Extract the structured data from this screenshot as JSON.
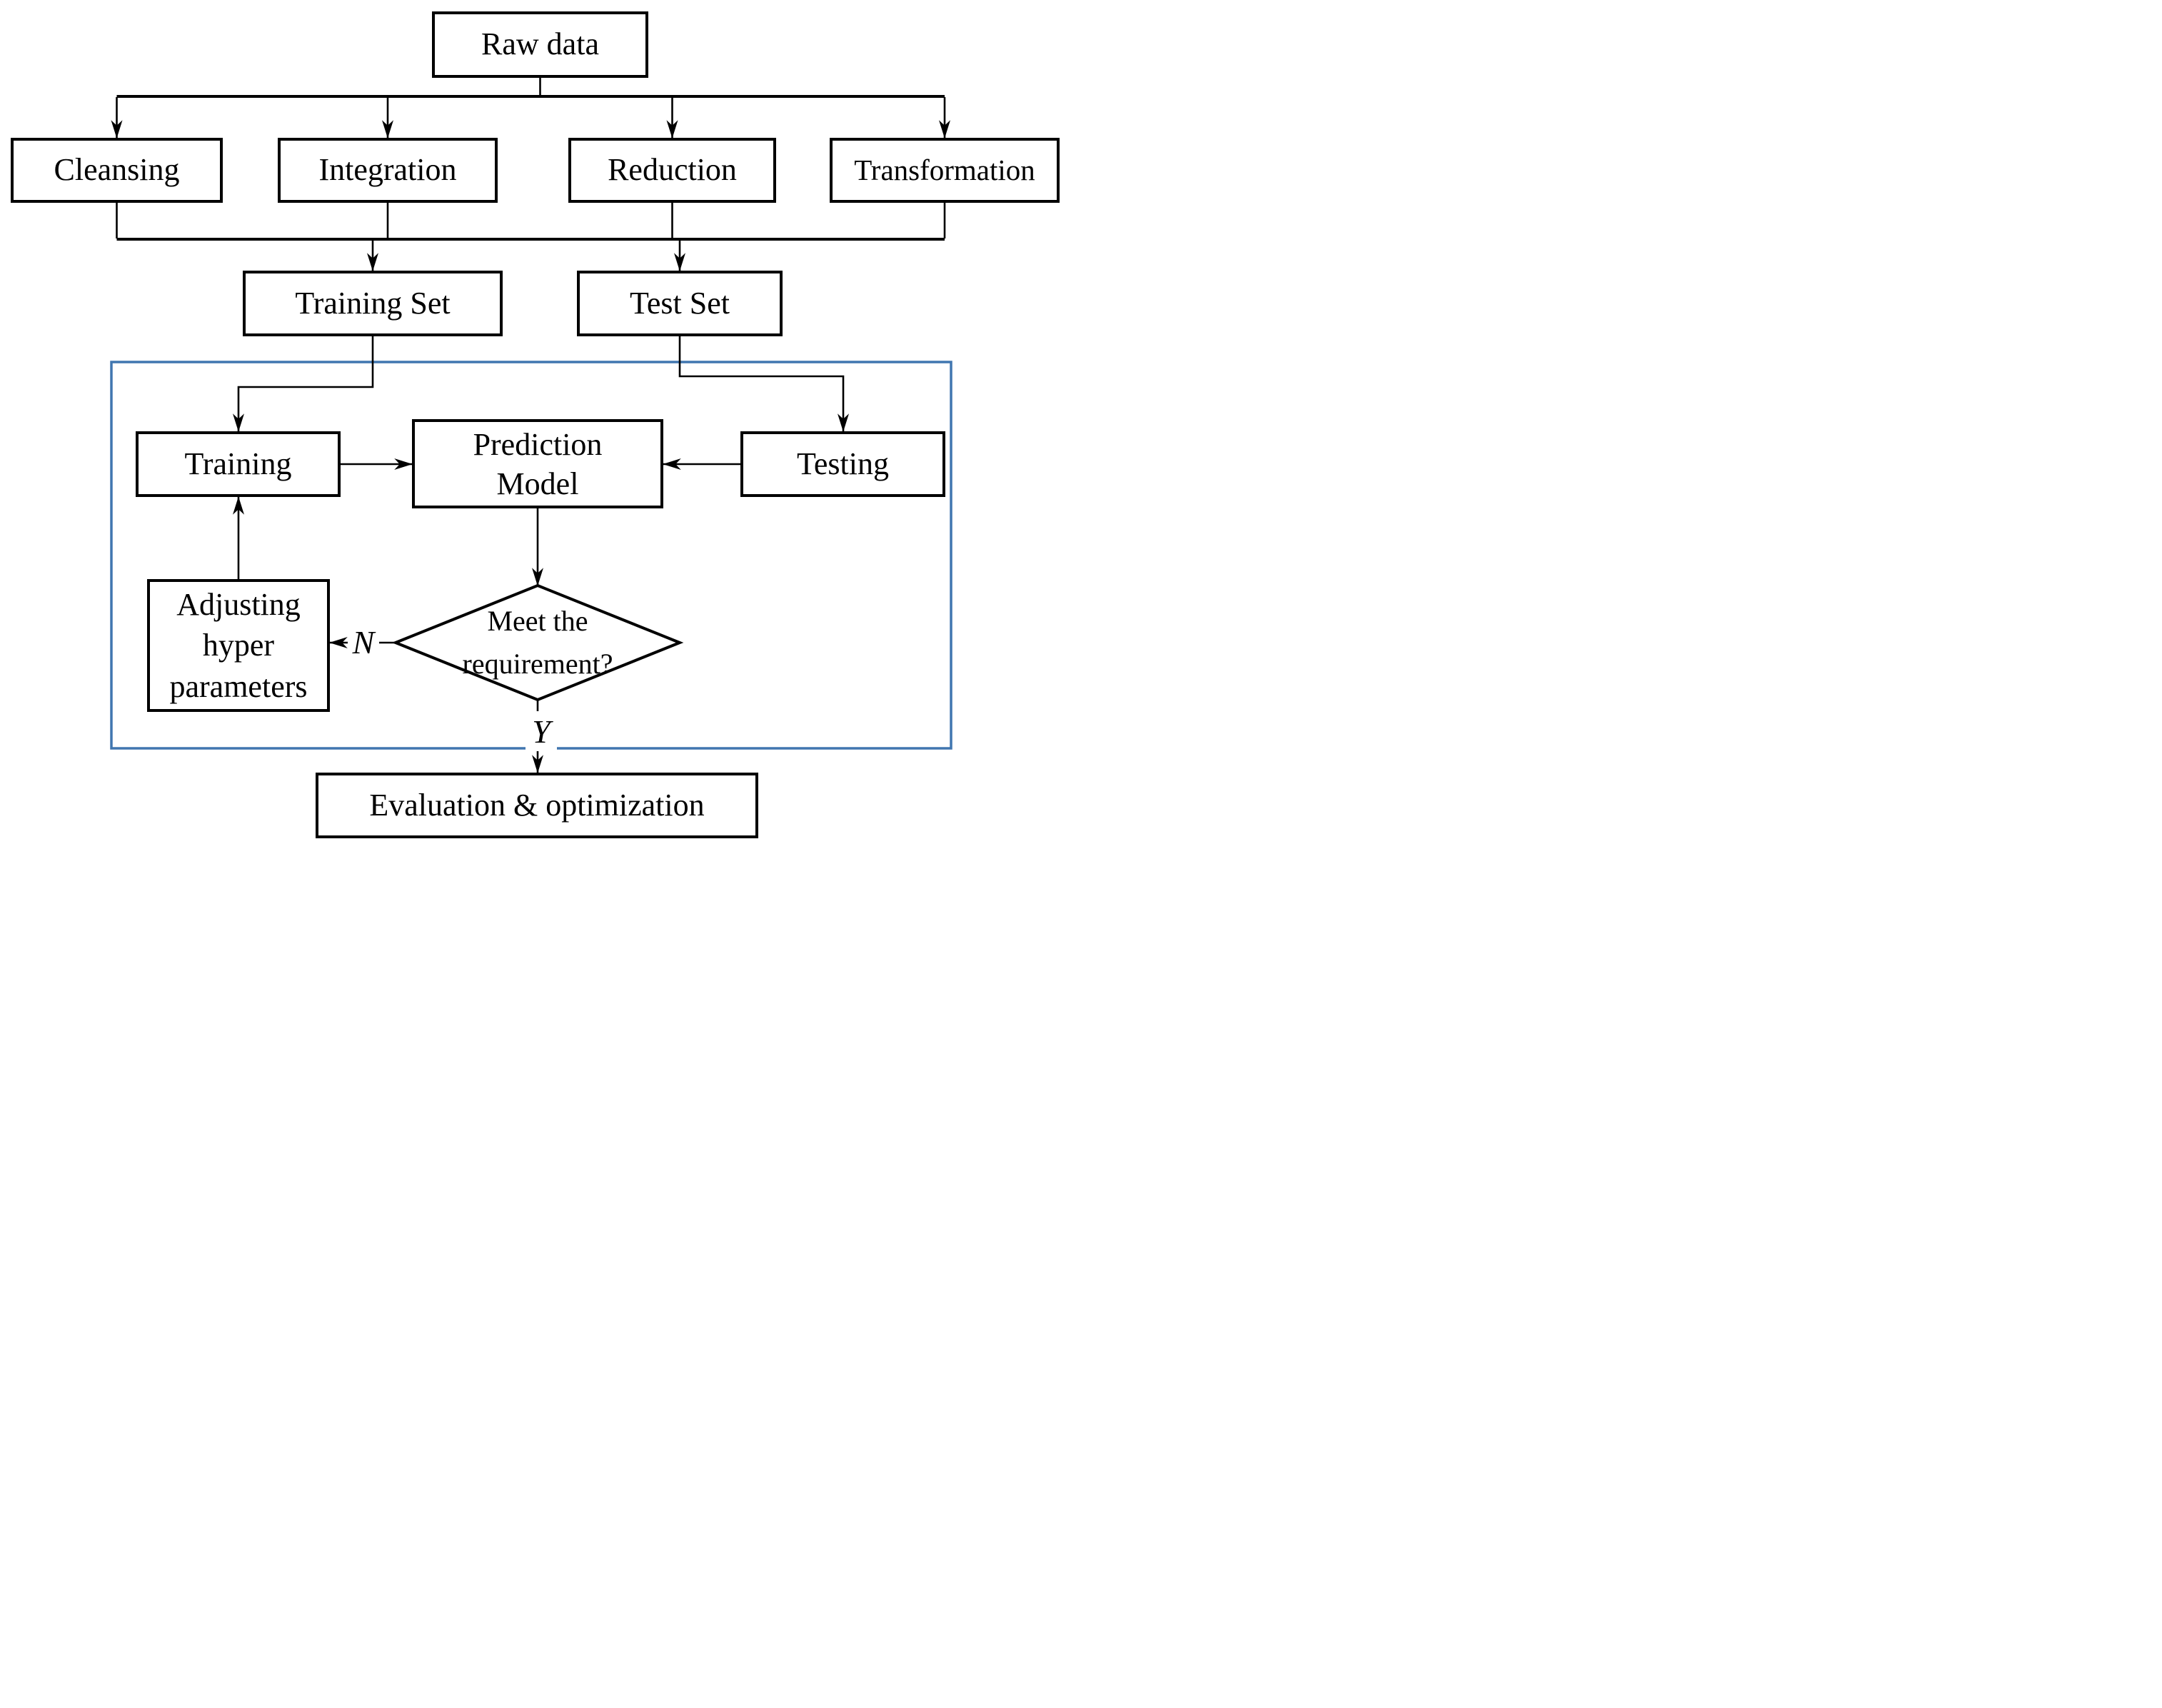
{
  "diagram": {
    "title": "Machine learning data pipeline flowchart",
    "nodes": {
      "raw_data": {
        "label": "Raw data"
      },
      "cleansing": {
        "label": "Cleansing"
      },
      "integration": {
        "label": "Integration"
      },
      "reduction": {
        "label": "Reduction"
      },
      "transformation": {
        "label": "Transformation"
      },
      "training_set": {
        "label": "Training Set"
      },
      "test_set": {
        "label": "Test Set"
      },
      "training": {
        "label": "Training"
      },
      "prediction_model": {
        "lines": [
          "Prediction",
          "Model"
        ]
      },
      "testing": {
        "label": "Testing"
      },
      "adjusting": {
        "lines": [
          "Adjusting",
          "hyper",
          "parameters"
        ]
      },
      "decision": {
        "lines": [
          "Meet the",
          "requirement?"
        ]
      },
      "evaluation": {
        "label": "Evaluation & optimization"
      }
    },
    "edge_labels": {
      "no": "N",
      "yes": "Y"
    },
    "colors": {
      "line": "#000000",
      "text": "#000000",
      "boundary": "#4076B0",
      "background": "#FFFFFF"
    }
  }
}
